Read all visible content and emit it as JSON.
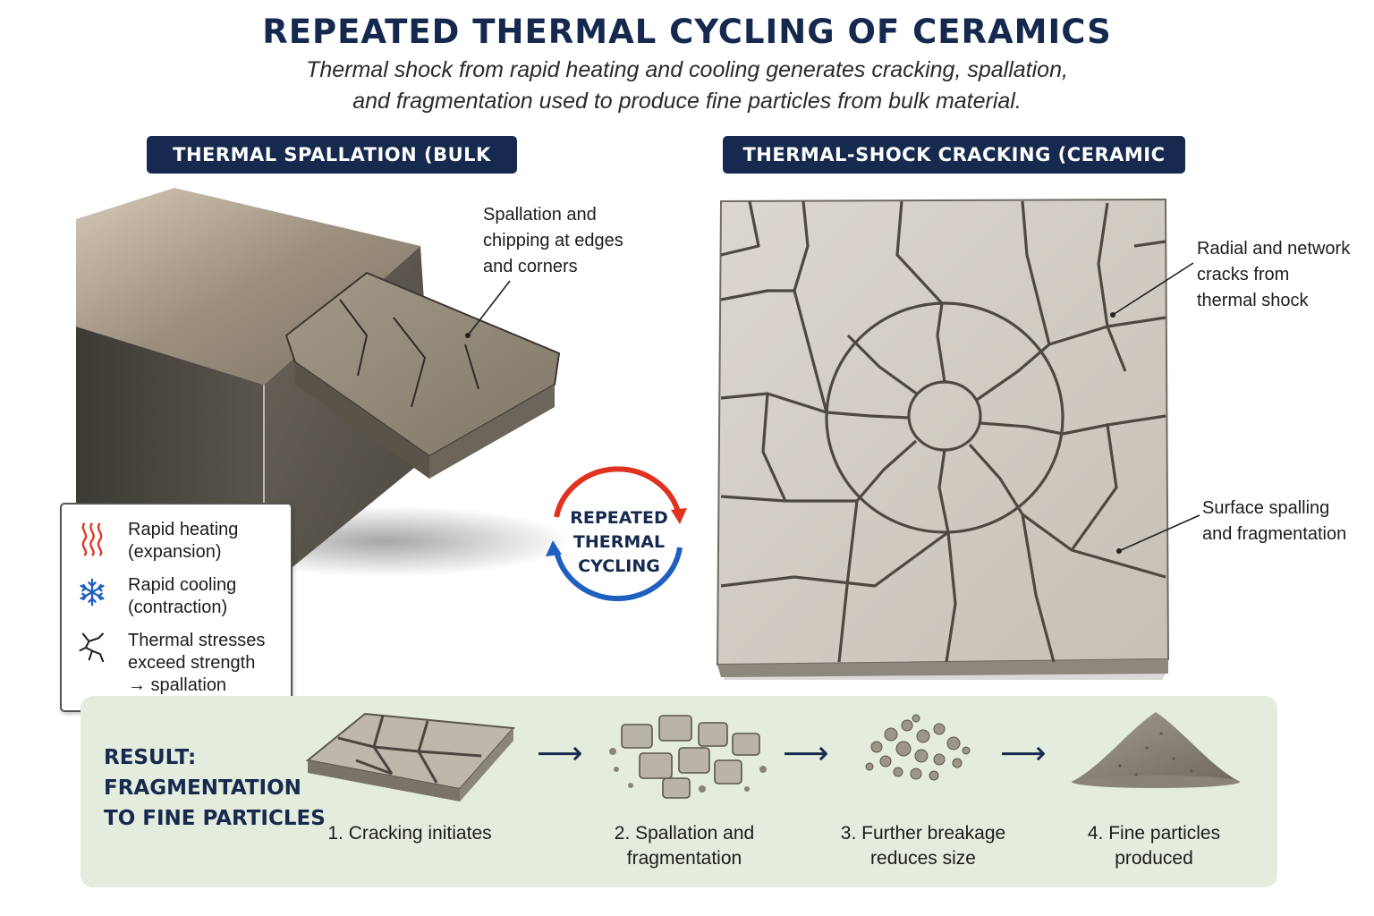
{
  "header": {
    "title": "REPEATED THERMAL CYCLING OF CERAMICS",
    "subtitle_line1": "Thermal shock from rapid heating and cooling generates cracking, spallation,",
    "subtitle_line2": "and fragmentation used to produce fine particles from bulk material."
  },
  "panels": {
    "left": {
      "badge": "THERMAL SPALLATION (BULK EDGE)",
      "callout": [
        "Spallation and",
        "chipping at edges",
        "and corners"
      ]
    },
    "right": {
      "badge": "THERMAL-SHOCK CRACKING (CERAMIC TILE)",
      "callout_radial": [
        "Radial and network",
        "cracks from",
        "thermal shock"
      ],
      "callout_surface": [
        "Surface spalling",
        "and fragmentation"
      ]
    }
  },
  "cycle": {
    "label_lines": [
      "REPEATED",
      "THERMAL",
      "CYCLING"
    ],
    "colors": {
      "heating": "#e0321e",
      "cooling": "#1e5fc0"
    }
  },
  "legend": {
    "items": [
      {
        "icon": "heat-wave-icon",
        "lines": [
          "Rapid heating",
          "(expansion)"
        ],
        "color": "#e0321e"
      },
      {
        "icon": "snowflake-icon",
        "lines": [
          "Rapid cooling",
          "(contraction)"
        ],
        "color": "#1e5fc0"
      },
      {
        "icon": "crack-icon",
        "lines": [
          "Thermal stresses",
          "exceed strength",
          "→ spallation"
        ],
        "color": "#1a1a1a"
      }
    ]
  },
  "result": {
    "title_lines": [
      "RESULT:",
      "FRAGMENTATION",
      "TO FINE PARTICLES"
    ],
    "steps": [
      {
        "lines": [
          "1. Cracking initiates"
        ]
      },
      {
        "lines": [
          "2. Spallation and",
          "fragmentation"
        ]
      },
      {
        "lines": [
          "3. Further breakage",
          "reduces size"
        ]
      },
      {
        "lines": [
          "4. Fine particles",
          "produced"
        ]
      }
    ]
  },
  "colors": {
    "navy": "#16294e",
    "result_bg": "#e4ecdd"
  }
}
